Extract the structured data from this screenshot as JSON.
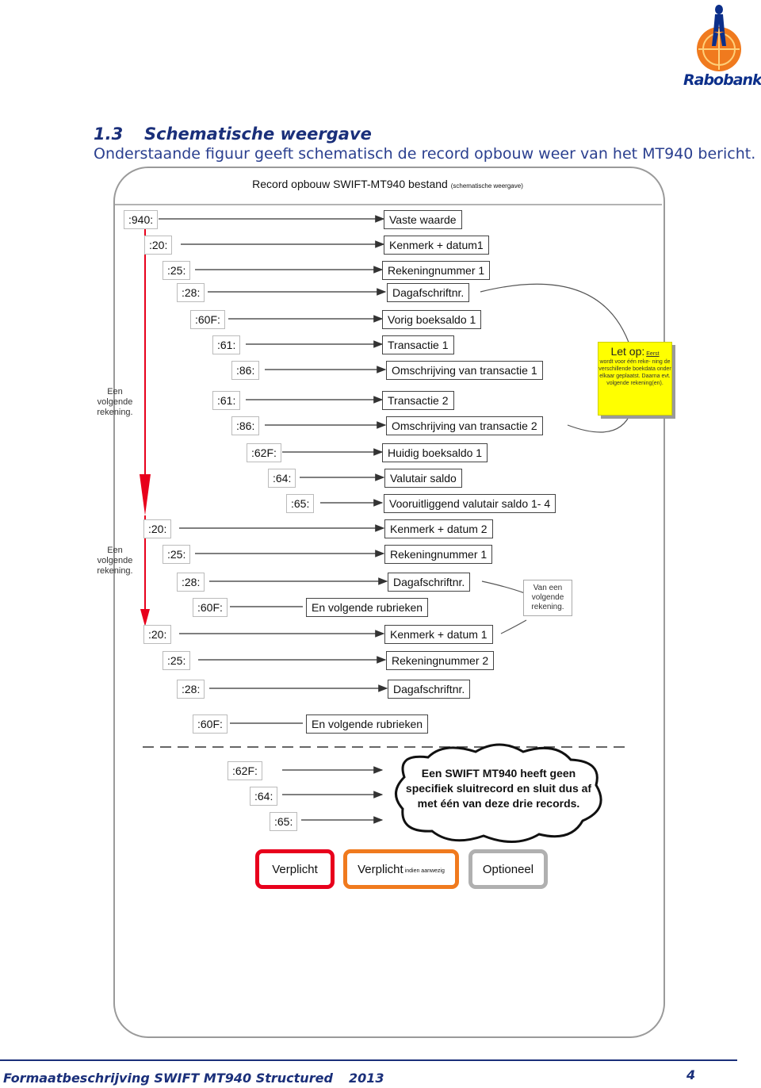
{
  "brand": {
    "name": "Rabobank"
  },
  "section": {
    "number": "1.3",
    "title": "Schematische weergave",
    "subtitle": "Onderstaande figuur geeft schematisch de record opbouw weer van het MT940 bericht."
  },
  "diagram": {
    "title": "Record opbouw SWIFT-MT940 bestand",
    "title_note": "(schematische weergave)",
    "rows": [
      {
        "tag": ":940:",
        "label": "Vaste waarde"
      },
      {
        "tag": ":20:",
        "label": "Kenmerk + datum1"
      },
      {
        "tag": ":25:",
        "label": "Rekeningnummer 1"
      },
      {
        "tag": ":28:",
        "label": "Dagafschriftnr."
      },
      {
        "tag": ":60F:",
        "label": "Vorig boeksaldo 1"
      },
      {
        "tag": ":61:",
        "label": "Transactie 1"
      },
      {
        "tag": ":86:",
        "label": "Omschrijving van transactie 1"
      },
      {
        "tag": ":61:",
        "label": "Transactie 2"
      },
      {
        "tag": ":86:",
        "label": "Omschrijving van transactie 2"
      },
      {
        "tag": ":62F:",
        "label": "Huidig boeksaldo 1"
      },
      {
        "tag": ":64:",
        "label": "Valutair saldo"
      },
      {
        "tag": ":65:",
        "label": "Vooruitliggend valutair saldo 1- 4"
      },
      {
        "tag": ":20:",
        "label": "Kenmerk + datum 2"
      },
      {
        "tag": ":25:",
        "label": "Rekeningnummer 1"
      },
      {
        "tag": ":28:",
        "label": "Dagafschriftnr."
      },
      {
        "tag": ":60F:",
        "label": "En volgende rubrieken"
      },
      {
        "tag": ":20:",
        "label": "Kenmerk + datum 1"
      },
      {
        "tag": ":25:",
        "label": "Rekeningnummer 2"
      },
      {
        "tag": ":28:",
        "label": "Dagafschriftnr."
      },
      {
        "tag": ":60F:",
        "label": "En volgende rubrieken"
      }
    ],
    "closing_tags": [
      ":62F:",
      ":64:",
      ":65:"
    ],
    "side_notes": {
      "next_account_1": "Een volgende rekening.",
      "next_account_2": "Een volgende rekening.",
      "from_next_account": "Van een volgende rekening."
    },
    "attention": {
      "title": "Let op:",
      "first": "Eerst",
      "text": "wordt voor één reke- ning de verschillende boekdata onder elkaar geplaatst. Daarna evt. volgende rekening(en)."
    },
    "cloud_text": "Een SWIFT MT940 heeft geen specifiek sluitrecord en sluit dus af met één van deze drie records.",
    "legend": {
      "mandatory": "Verplicht",
      "conditional": "Verplicht",
      "conditional_note": "indien aanwezig",
      "optional": "Optioneel"
    }
  },
  "footer": {
    "title": "Formaatbeschrijving SWIFT MT940 Structured",
    "year": "2013",
    "page": "4"
  },
  "colors": {
    "accent_blue": "#1a2f7a",
    "mandatory": "#e8001c",
    "conditional": "#f07a1e",
    "optional": "#b0b0b0",
    "note_yellow": "#ffff00"
  }
}
